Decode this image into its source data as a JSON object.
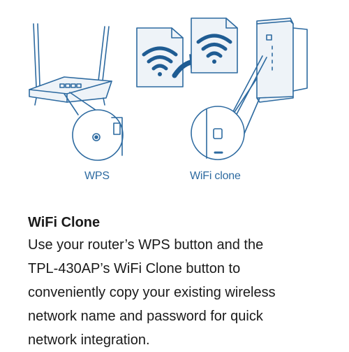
{
  "illustration": {
    "captions": {
      "wps": "WPS",
      "wifi_clone": "WiFi clone"
    },
    "line_color": "#2d6aa0",
    "fill_color": "#eef3f8"
  },
  "feature": {
    "title": "WiFi Clone",
    "lines": [
      "Use your router’s WPS button and the",
      "TPL-430AP’s WiFi Clone button to",
      "conveniently copy your existing wireless",
      "network name and password for quick",
      "network integration."
    ]
  }
}
